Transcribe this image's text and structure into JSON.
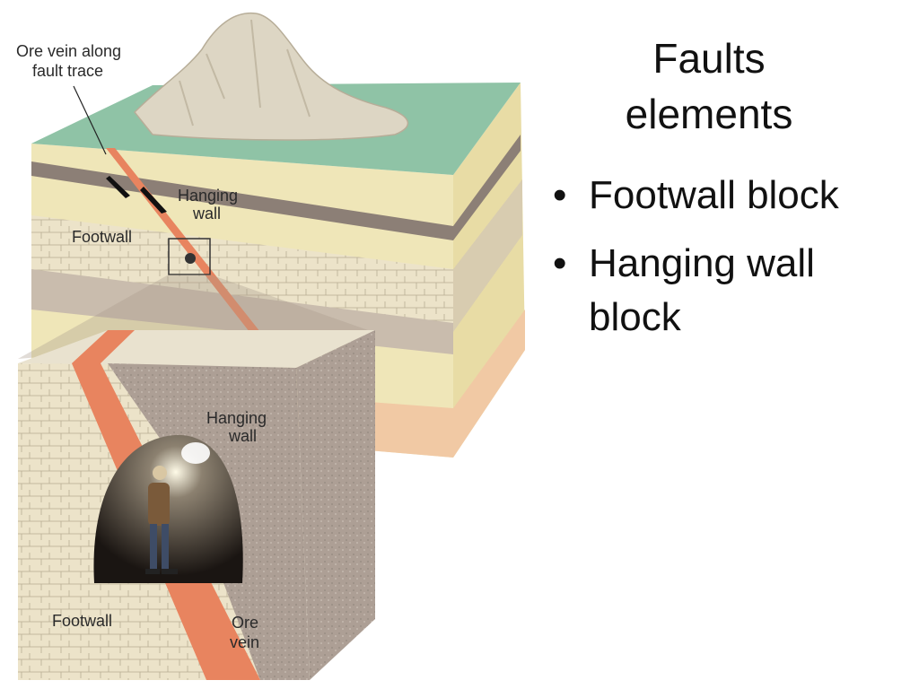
{
  "slide": {
    "title_line1": "Faults",
    "title_line2": "elements",
    "bullets": [
      "Footwall block",
      "Hanging wall block"
    ]
  },
  "diagram": {
    "labels": {
      "ore_vein_fault_trace_1": "Ore vein along",
      "ore_vein_fault_trace_2": "fault trace",
      "hanging_wall_top_1": "Hanging",
      "hanging_wall_top_2": "wall",
      "footwall_top": "Footwall",
      "hanging_wall_inset_1": "Hanging",
      "hanging_wall_inset_2": "wall",
      "footwall_inset": "Footwall",
      "ore_vein_1": "Ore",
      "ore_vein_2": "vein"
    },
    "colors": {
      "surface": "#8fc3a6",
      "ore_vein": "#e8845f",
      "layer_cream": "#efe6b8",
      "layer_tan": "#d8ccb0",
      "layer_dark": "#8c7f76",
      "rock_gray": "#b0a49a"
    }
  }
}
